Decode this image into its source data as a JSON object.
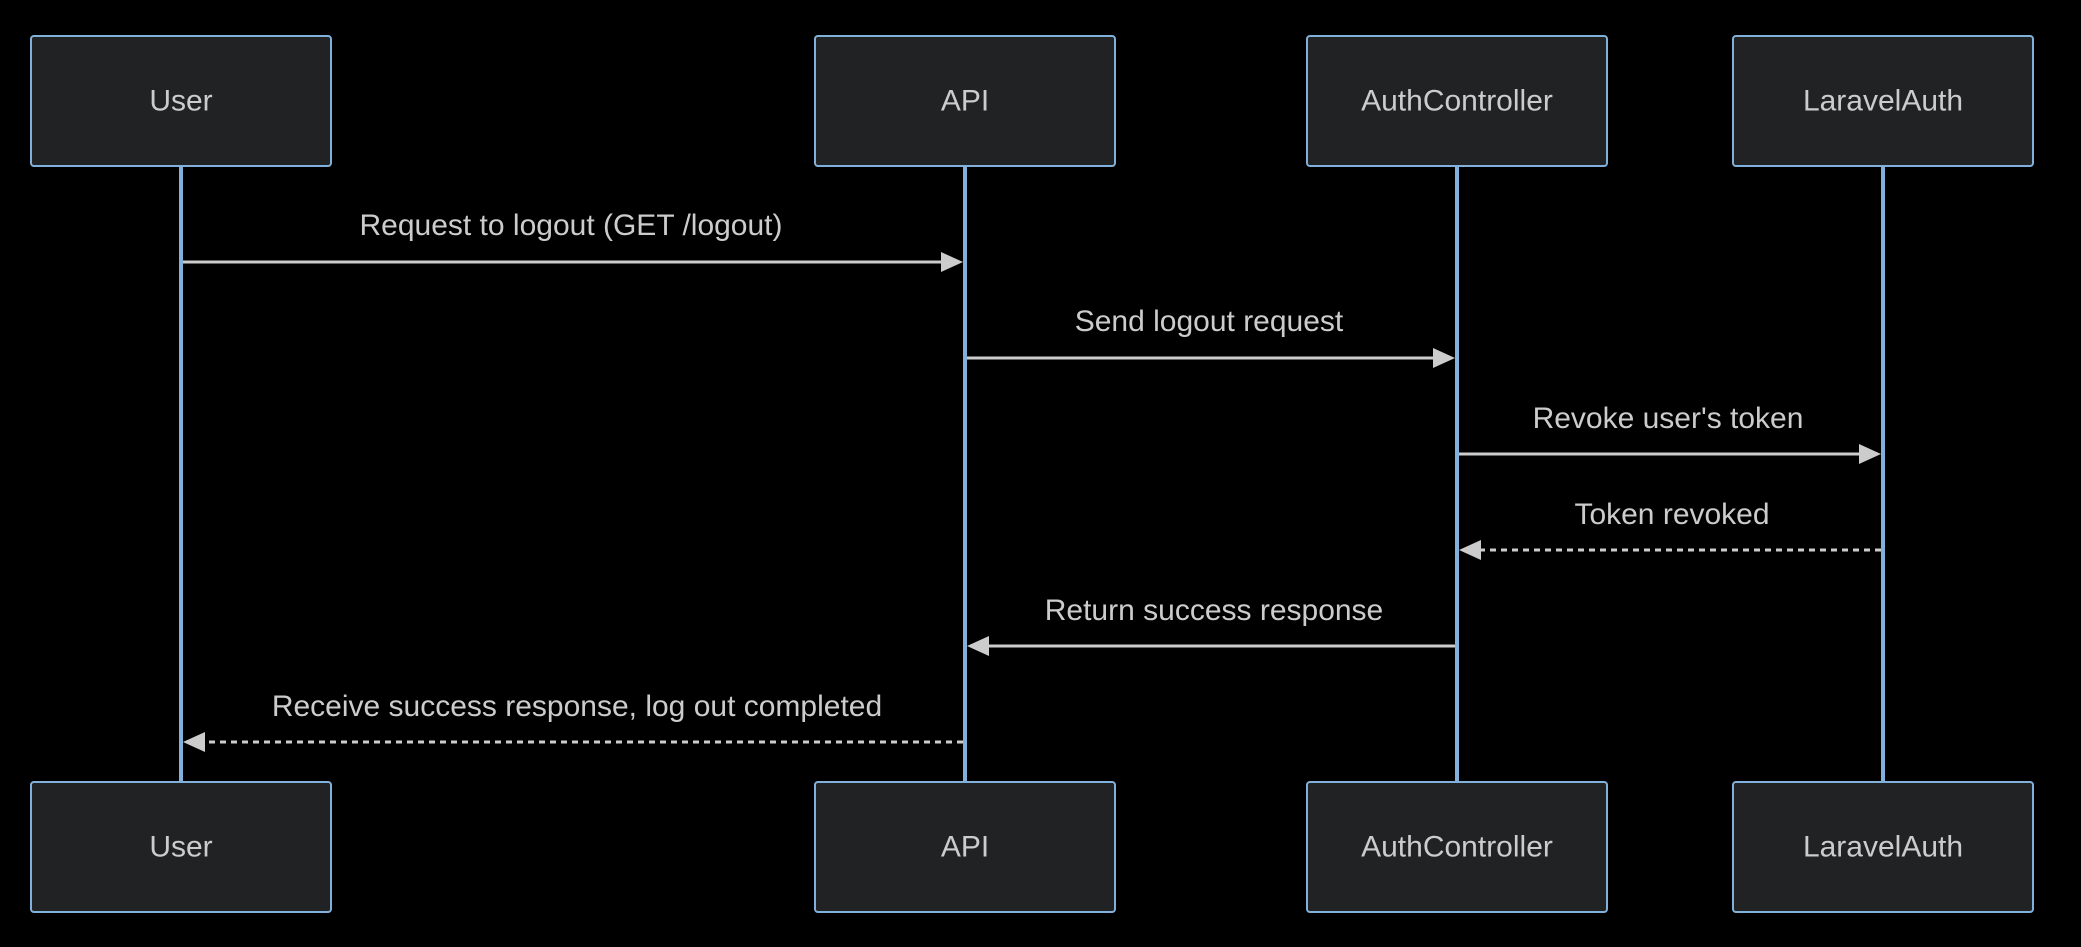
{
  "colors": {
    "background": "#000000",
    "actor_fill": "#202223",
    "actor_border": "#81b1db",
    "lifeline": "#81b1db",
    "message": "#cccccc",
    "text": "#cccccc"
  },
  "participants": [
    {
      "id": "user",
      "label": "User"
    },
    {
      "id": "api",
      "label": "API"
    },
    {
      "id": "auth-controller",
      "label": "AuthController"
    },
    {
      "id": "laravel-auth",
      "label": "LaravelAuth"
    }
  ],
  "messages": [
    {
      "from": "user",
      "to": "api",
      "label": "Request to logout (GET /logout)",
      "style": "solid"
    },
    {
      "from": "api",
      "to": "auth-controller",
      "label": "Send logout request",
      "style": "solid"
    },
    {
      "from": "auth-controller",
      "to": "laravel-auth",
      "label": "Revoke user's token",
      "style": "solid"
    },
    {
      "from": "laravel-auth",
      "to": "auth-controller",
      "label": "Token revoked",
      "style": "dashed"
    },
    {
      "from": "auth-controller",
      "to": "api",
      "label": "Return success response",
      "style": "solid"
    },
    {
      "from": "api",
      "to": "user",
      "label": "Receive success response, log out completed",
      "style": "dashed"
    }
  ]
}
